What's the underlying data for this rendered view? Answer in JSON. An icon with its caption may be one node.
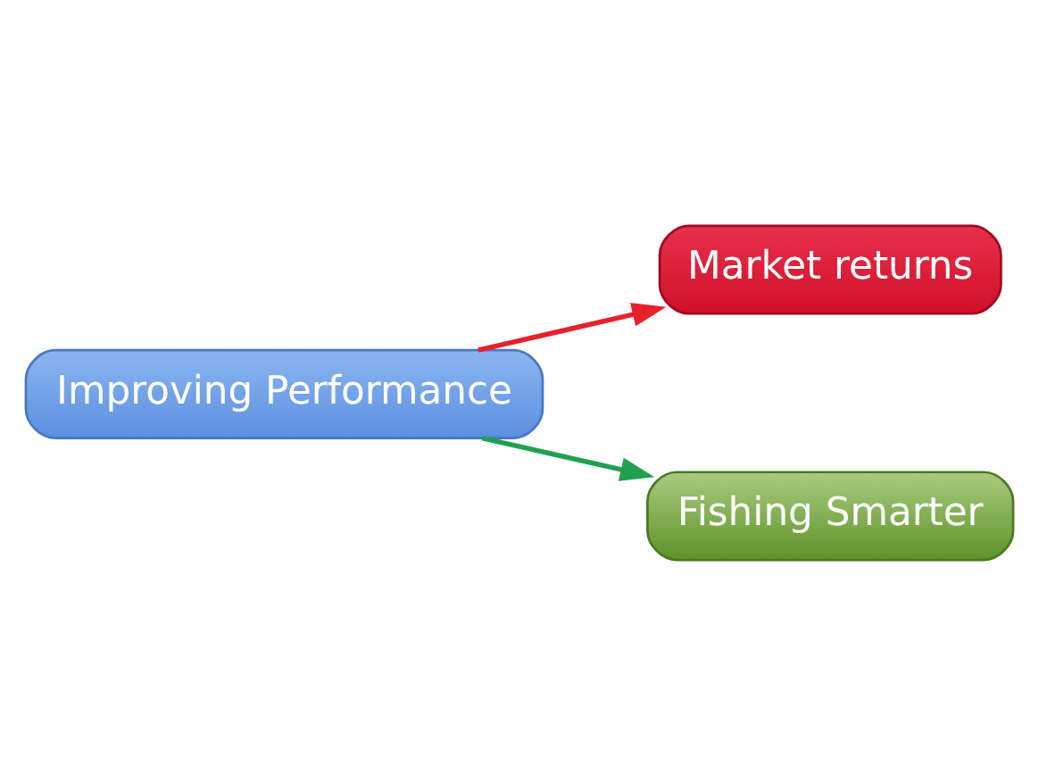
{
  "diagram": {
    "nodes": [
      {
        "text": [
          "Improving Performance"
        ]
      },
      {
        "text": [
          "Market returns"
        ]
      },
      {
        "text": [
          "Fishing Smarter"
        ]
      }
    ],
    "edges": [
      {
        "from": 0,
        "to": 1,
        "arrow": "to",
        "color": "#e8202a"
      },
      {
        "from": 0,
        "to": 2,
        "arrow": "to",
        "color": "#20a050"
      }
    ]
  }
}
